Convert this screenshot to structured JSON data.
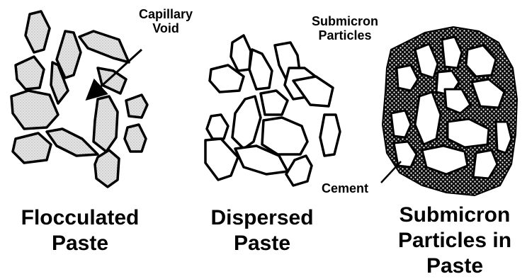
{
  "labels": {
    "capillary_void": [
      "Capillary",
      "Void"
    ],
    "submicron_particles": [
      "Submicron",
      "Particles"
    ],
    "cement": "Cement"
  },
  "captions": {
    "flocculated": [
      "Flocculated",
      "Paste"
    ],
    "dispersed": [
      "Dispersed",
      "Paste"
    ],
    "submicron": [
      "Submicron",
      "Particles in",
      "Paste"
    ]
  },
  "colors": {
    "outline": "#000000",
    "grain_fill": "#e2e2e2",
    "white_grain_fill": "#ffffff",
    "matrix_fill": "#0a0a0a",
    "matrix_dots": "#ffffff"
  }
}
